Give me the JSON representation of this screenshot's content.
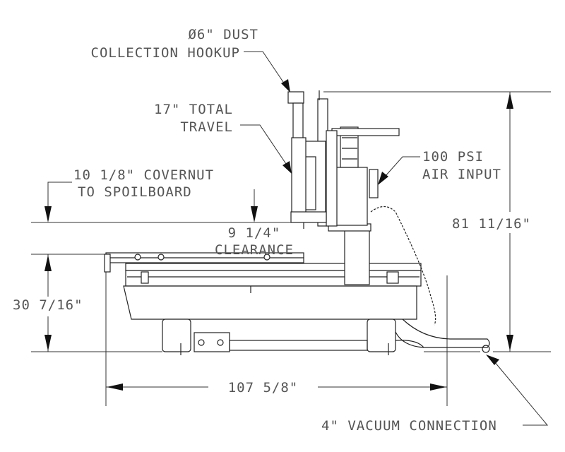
{
  "drawing": {
    "annotations": {
      "dust_collection": [
        "Ø6\" DUST",
        "COLLECTION HOOKUP"
      ],
      "total_travel": [
        "17\" TOTAL",
        "TRAVEL"
      ],
      "covernut": [
        "10 1/8\" COVERNUT",
        "TO SPOILBOARD"
      ],
      "clearance": [
        "9 1/4\"",
        "CLEARANCE"
      ],
      "air_input": [
        "100 PSI",
        "AIR INPUT"
      ],
      "table_height": "30 7/16\"",
      "overall_height": "81 11/16\"",
      "overall_length": "107 5/8\"",
      "vacuum": "4\" VACUUM CONNECTION"
    }
  }
}
